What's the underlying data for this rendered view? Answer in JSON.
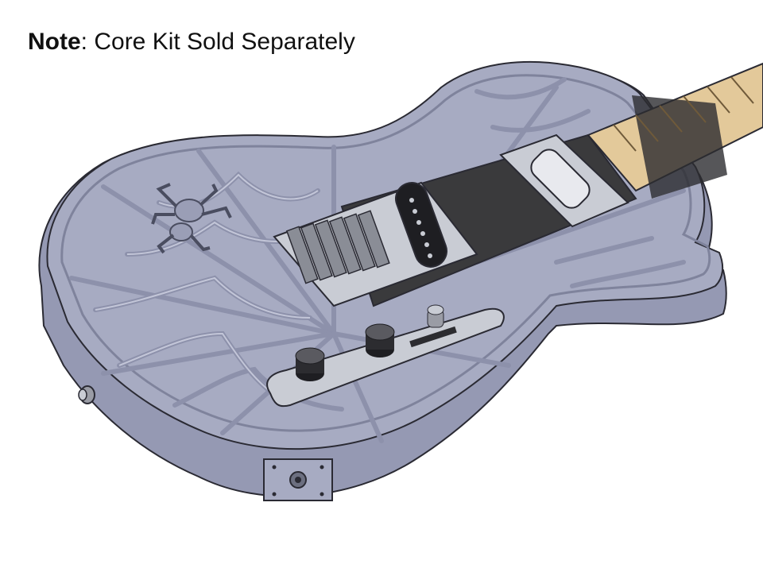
{
  "note": {
    "label": "Note",
    "separator": ": ",
    "text": "Core Kit Sold Separately"
  },
  "illustration": {
    "subject": "guitar-body-render",
    "colors": {
      "body": "#a7abc2",
      "body_dark": "#7f839c",
      "body_edge": "#9599b3",
      "web_groove": "#8d91ab",
      "outline": "#2a2a33",
      "pickguard": "#3a3a3c",
      "neck_wood": "#e3c99a",
      "fret": "#6f5a3a",
      "metal": "#c9ccd4",
      "pickup": "#1e1e22"
    }
  }
}
